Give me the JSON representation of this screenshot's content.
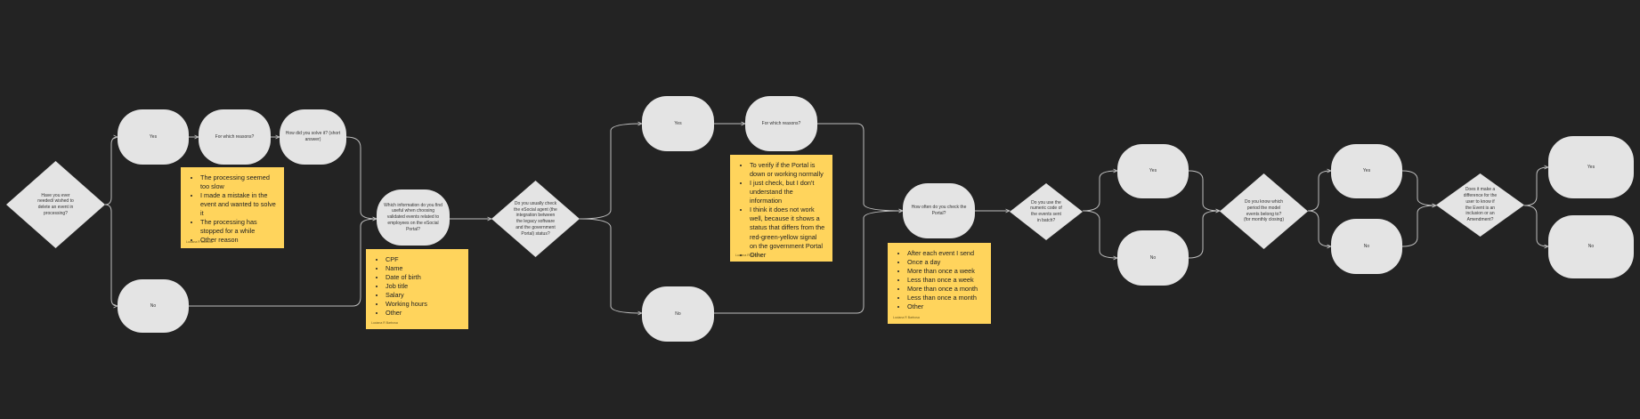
{
  "colors": {
    "background": "#232323",
    "node_fill": "#e4e4e4",
    "sticky_fill": "#ffd45c",
    "connector": "#bdbdbd"
  },
  "nodes": {
    "q_needed_delete": "Have you ever needed/ wished to delete an event in processing?",
    "yes_1": "Yes",
    "reason_1": "For which reasons?",
    "how_solve": "How did you solve it? (short answer)",
    "no_1": "No",
    "q_info_useful": "Which information do you find useful when choosing validated events related to employees on the eSocial Portal?",
    "q_check_portal": "Do you usually check the eSocial agent (the integration between the legacy software and the government Portal) status?",
    "yes_2": "Yes",
    "reason_2": "For which reasons?",
    "no_2": "No",
    "q_how_often": "How often do you check the Portal?",
    "q_use_numeric": "Do you use the numeric code of the events sent in batch?",
    "yes_3": "Yes",
    "no_3": "No",
    "q_know_period": "Do you know which period the model events belong to? (for monthly closing)",
    "yes_4": "Yes",
    "no_4": "No",
    "q_difference": "Does it make a difference for the user to know if the Event is an inclusion or an Amendment?",
    "yes_5": "Yes",
    "no_5": "No"
  },
  "stickies": {
    "reasons_delete": {
      "items": [
        "The processing seemed too slow",
        "I made a mistake in the event and wanted to solve it",
        "The processing has stopped for a while",
        "Other reason"
      ],
      "author": "Luciana R Barbosa"
    },
    "useful_info": {
      "items": [
        "CPF",
        "Name",
        "Date of birth",
        "Job title",
        "Salary",
        "Working hours",
        "Other"
      ],
      "author": "Luciana R Barbosa"
    },
    "reasons_check": {
      "items": [
        "To verify if the Portal is down or working normally",
        "I just check, but I don't understand the information",
        "I think it does not work well, because it shows a status that differs from the red-green-yellow signal on the government Portal",
        "Other"
      ],
      "author": "Luciana R Barbosa"
    },
    "frequency": {
      "items": [
        "After each event I send",
        "Once a day",
        "More than once a week",
        "Less than once a week",
        "More than once a month",
        "Less than once a month",
        "Other"
      ],
      "author": "Luciana R Barbosa"
    }
  }
}
